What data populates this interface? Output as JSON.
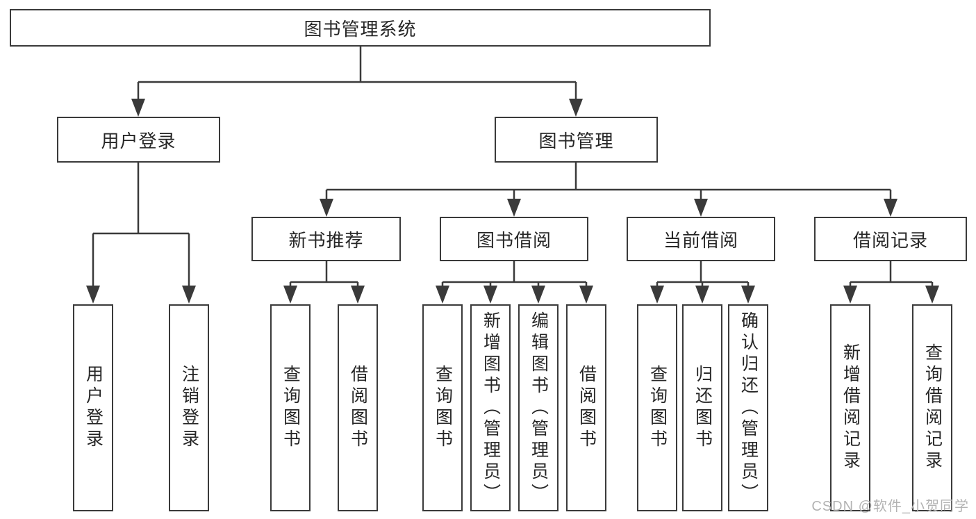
{
  "nodes": {
    "root": "图书管理系统",
    "user_login": "用户登录",
    "book_mgmt": "图书管理",
    "new_book": "新书推荐",
    "book_borrow": "图书借阅",
    "current_borrow": "当前借阅",
    "borrow_record": "借阅记录"
  },
  "leaves": {
    "user": [
      "用户登录",
      "注销登录"
    ],
    "new_book": [
      "查询图书",
      "借阅图书"
    ],
    "book_borrow": [
      "查询图书",
      "新增图书（管理员）",
      "编辑图书（管理员）",
      "借阅图书"
    ],
    "current_borrow": [
      "查询图书",
      "归还图书",
      "确认归还（管理员）"
    ],
    "borrow_record": [
      "新增借阅记录",
      "查询借阅记录"
    ]
  },
  "watermark": "CSDN @软件_小贺同学",
  "colors": {
    "line": "#3a3a3a",
    "box_border": "#3a3a3a",
    "box_fill": "#ffffff",
    "text": "#262626",
    "watermark": "#b3b3b3",
    "background": "#ffffff"
  }
}
